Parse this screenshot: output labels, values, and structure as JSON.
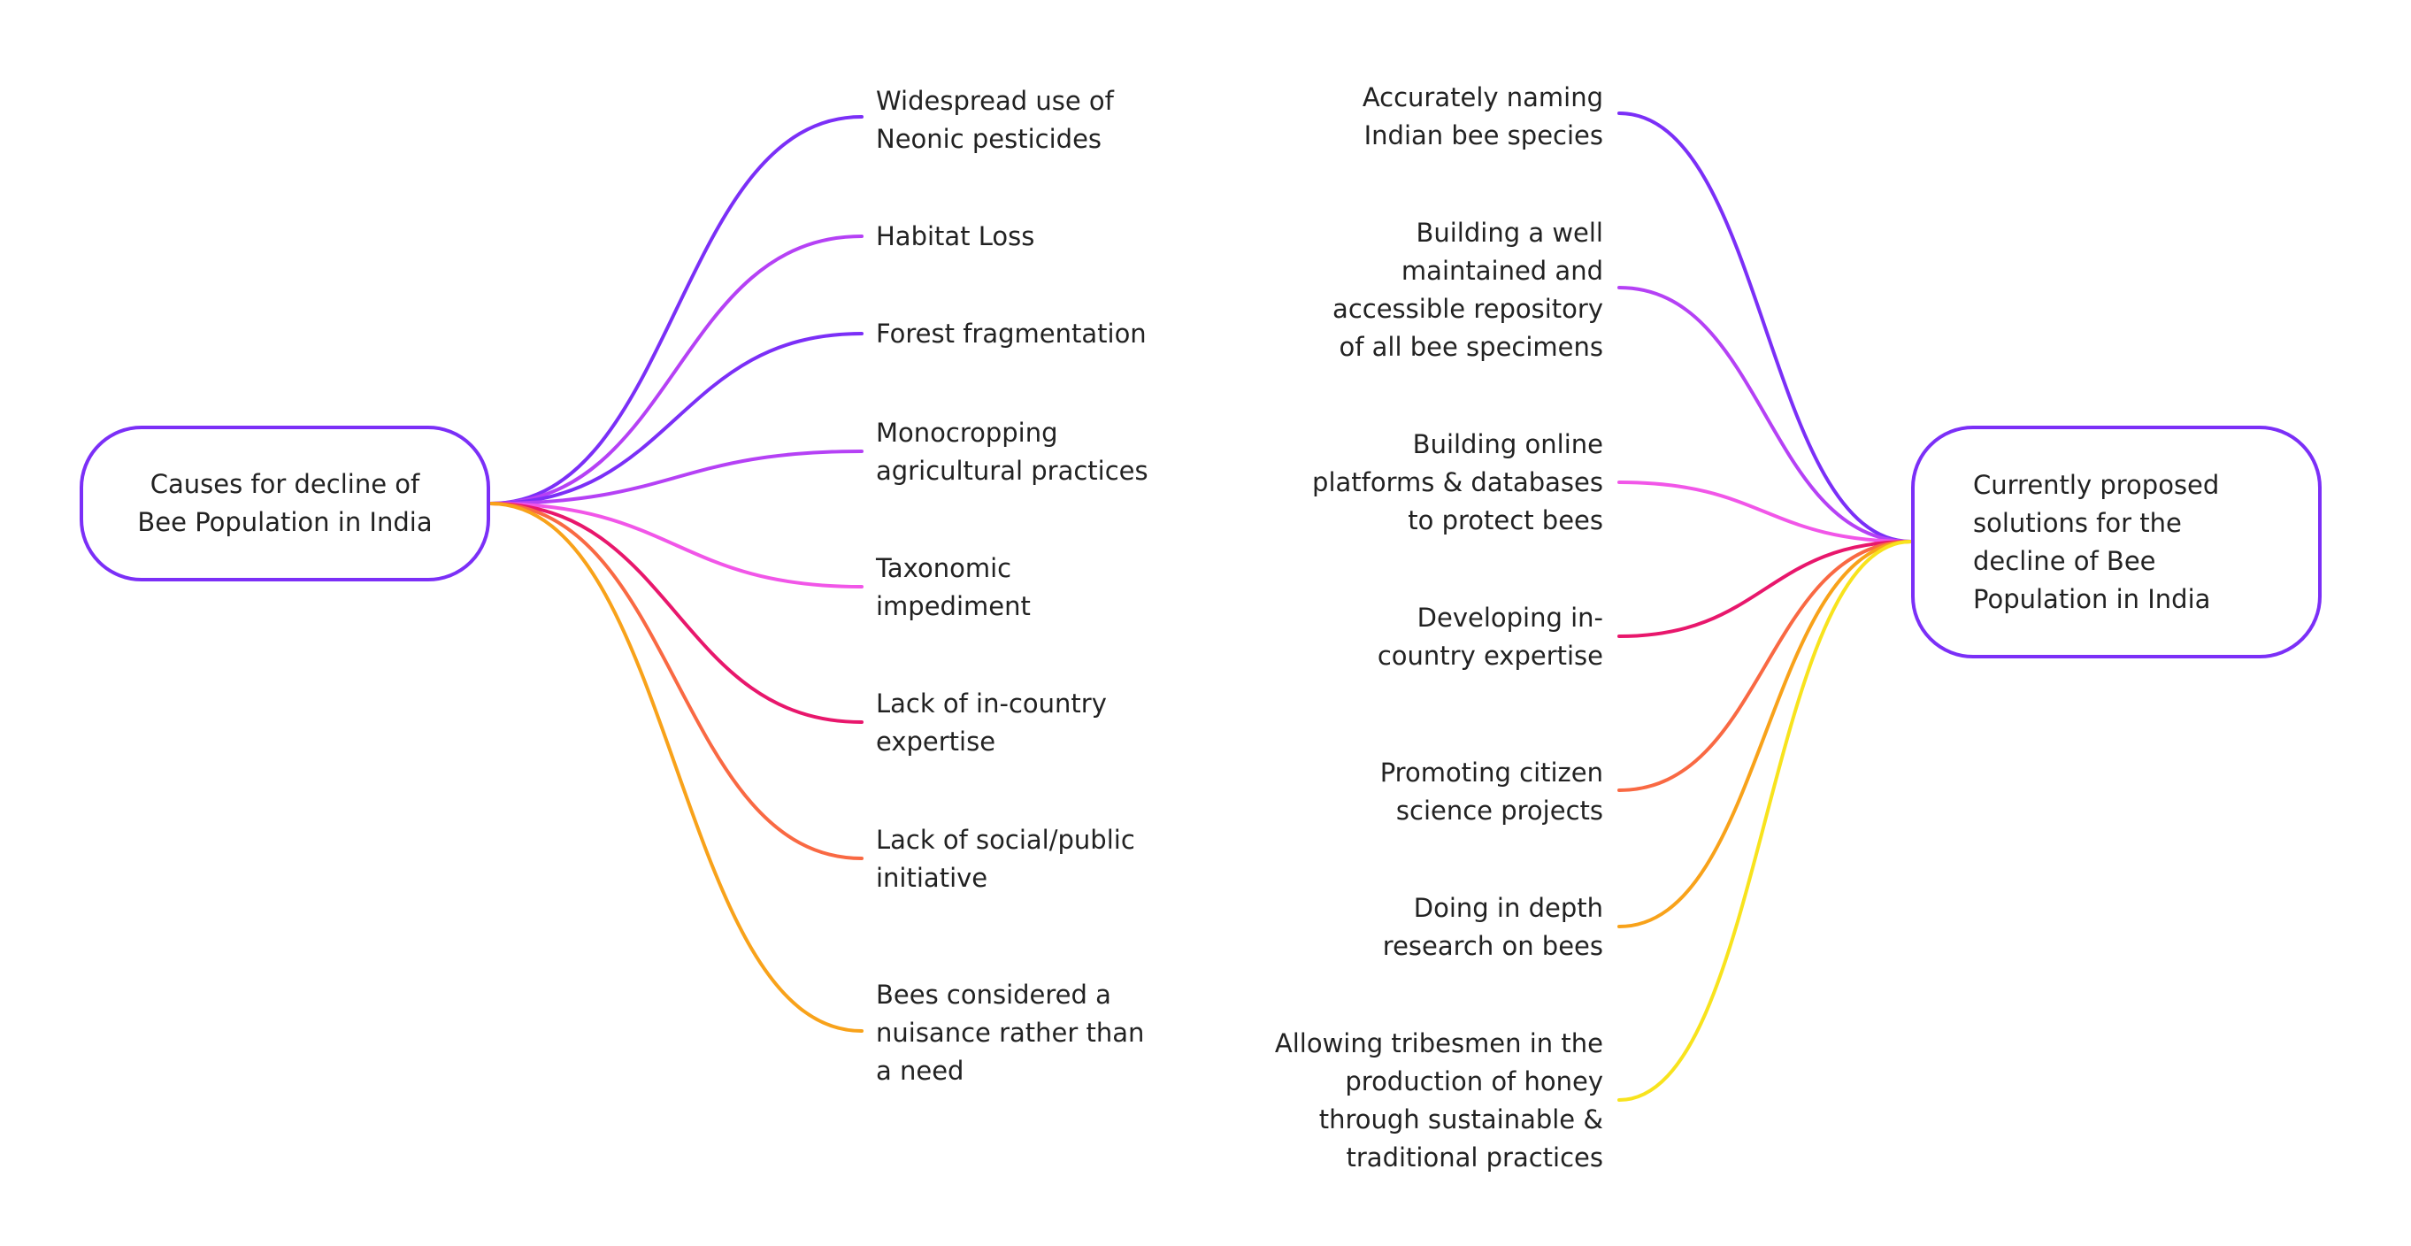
{
  "colors": {
    "purple": "#7b2ff7",
    "violet": "#b541f5",
    "magenta": "#f156e8",
    "crimson": "#e8176c",
    "orange": "#f96943",
    "amber": "#f8a21a",
    "yellow": "#f8e31d"
  },
  "left_root": {
    "label": "Causes for decline of\nBee Population in India"
  },
  "right_root": {
    "label": "Currently proposed\nsolutions for the\ndecline of Bee\nPopulation in India"
  },
  "causes": [
    {
      "label": "Widespread use of\nNeonic pesticides",
      "color": "#7b2ff7"
    },
    {
      "label": "Habitat Loss",
      "color": "#b541f5"
    },
    {
      "label": "Forest fragmentation",
      "color": "#7b2ff7"
    },
    {
      "label": "Monocropping\nagricultural practices",
      "color": "#b541f5"
    },
    {
      "label": "Taxonomic\nimpediment",
      "color": "#f156e8"
    },
    {
      "label": "Lack of in-country\nexpertise",
      "color": "#e8176c"
    },
    {
      "label": "Lack of social/public\ninitiative",
      "color": "#f96943"
    },
    {
      "label": "Bees considered a\nnuisance rather than\na need",
      "color": "#f8a21a"
    }
  ],
  "solutions": [
    {
      "label": "Accurately naming\nIndian bee species",
      "color": "#7b2ff7"
    },
    {
      "label": "Building a well\nmaintained and\naccessible repository\nof all bee specimens",
      "color": "#b541f5"
    },
    {
      "label": "Building online\nplatforms & databases\nto protect bees",
      "color": "#f156e8"
    },
    {
      "label": "Developing in-\ncountry expertise",
      "color": "#e8176c"
    },
    {
      "label": "Promoting citizen\nscience projects",
      "color": "#f96943"
    },
    {
      "label": "Doing in depth\nresearch on bees",
      "color": "#f8a21a"
    },
    {
      "label": "Allowing tribesmen in the\nproduction of honey\nthrough sustainable &\ntraditional practices",
      "color": "#f8e31d"
    }
  ]
}
